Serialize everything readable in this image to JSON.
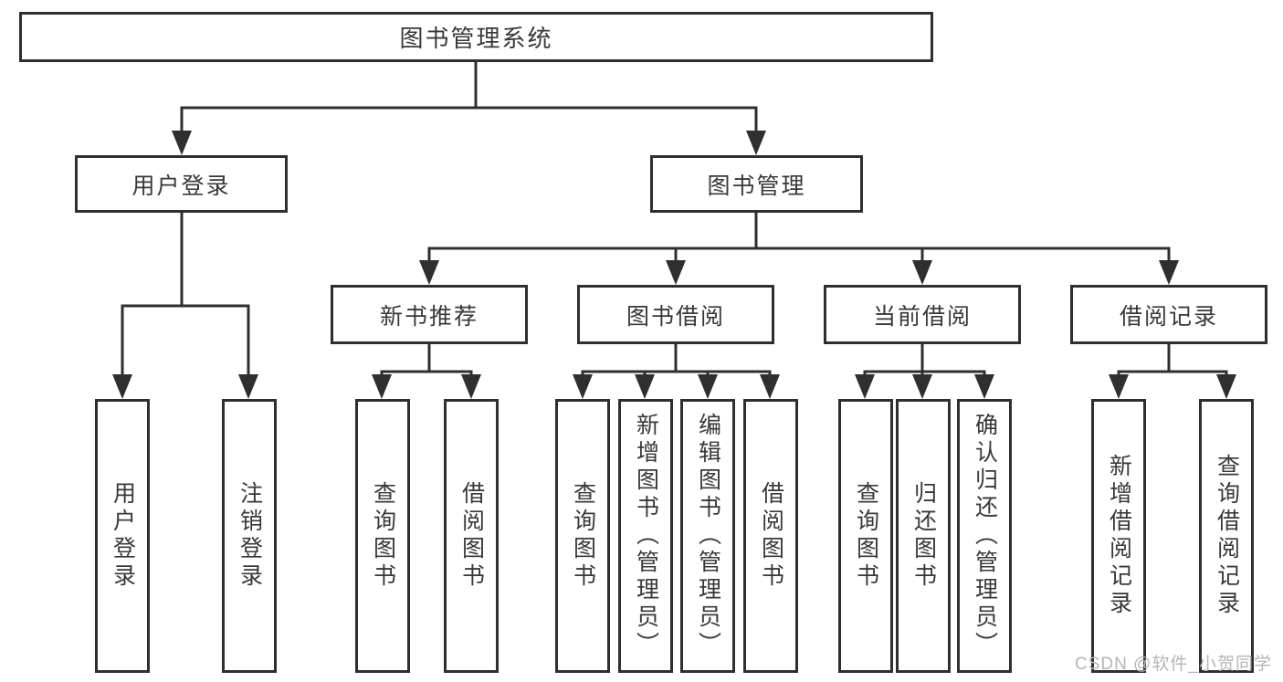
{
  "tree": {
    "root": {
      "label": "图书管理系统"
    },
    "children": [
      {
        "label": "用户登录",
        "children": [
          {
            "label": "用户登录"
          },
          {
            "label": "注销登录"
          }
        ]
      },
      {
        "label": "图书管理",
        "children": [
          {
            "label": "新书推荐",
            "children": [
              {
                "label": "查询图书"
              },
              {
                "label": "借阅图书"
              }
            ]
          },
          {
            "label": "图书借阅",
            "children": [
              {
                "label": "查询图书"
              },
              {
                "label": "新增图书（管理员）"
              },
              {
                "label": "编辑图书（管理员）"
              },
              {
                "label": "借阅图书"
              }
            ]
          },
          {
            "label": "当前借阅",
            "children": [
              {
                "label": "查询图书"
              },
              {
                "label": "归还图书"
              },
              {
                "label": "确认归还（管理员）"
              }
            ]
          },
          {
            "label": "借阅记录",
            "children": [
              {
                "label": "新增借阅记录"
              },
              {
                "label": "查询借阅记录"
              }
            ]
          }
        ]
      }
    ]
  },
  "watermark": {
    "text": "CSDN @软件_小贺同学"
  },
  "colors": {
    "line": "#2f2f2f",
    "text": "#383838",
    "background": "#ffffff",
    "watermark": "#b5b5b5"
  }
}
